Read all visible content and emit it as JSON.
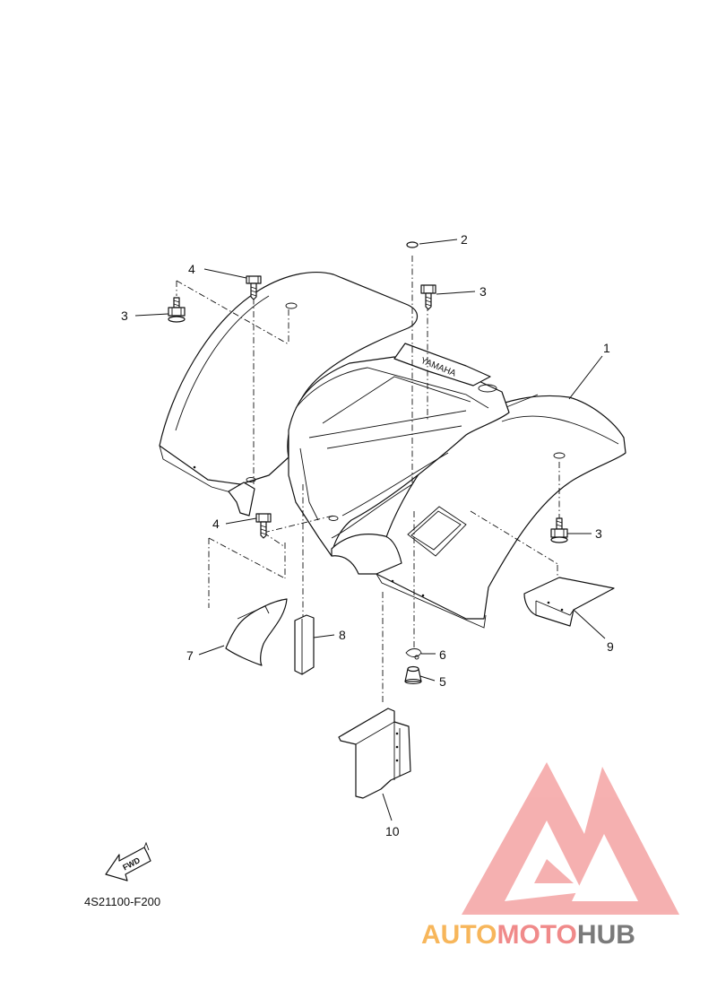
{
  "diagram_code": "4S21100-F200",
  "fwd_arrow_label": "FWD",
  "fender_brand_text": "YAMAHA",
  "callouts": [
    "1",
    "2",
    "3",
    "3",
    "3",
    "4",
    "4",
    "5",
    "6",
    "7",
    "8",
    "9",
    "10"
  ],
  "watermark": {
    "prefix": "AUTO",
    "middle": "MOTO",
    "suffix": "HUB",
    "colors": {
      "auto": "#f7b65b",
      "moto": "#f08a8a",
      "hub": "#7a7a7a",
      "logo": "#f4a3a3"
    }
  }
}
